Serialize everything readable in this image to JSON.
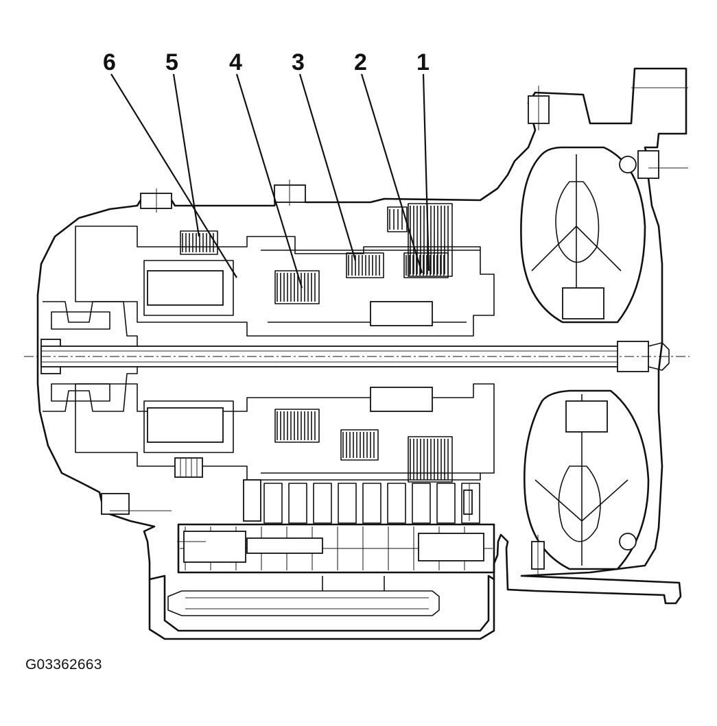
{
  "figure": {
    "id_label": "G03362663"
  },
  "callouts": [
    {
      "number": "1"
    },
    {
      "number": "2"
    },
    {
      "number": "3"
    },
    {
      "number": "4"
    },
    {
      "number": "5"
    },
    {
      "number": "6"
    }
  ],
  "colors": {
    "line": "#111111",
    "background": "#ffffff"
  }
}
